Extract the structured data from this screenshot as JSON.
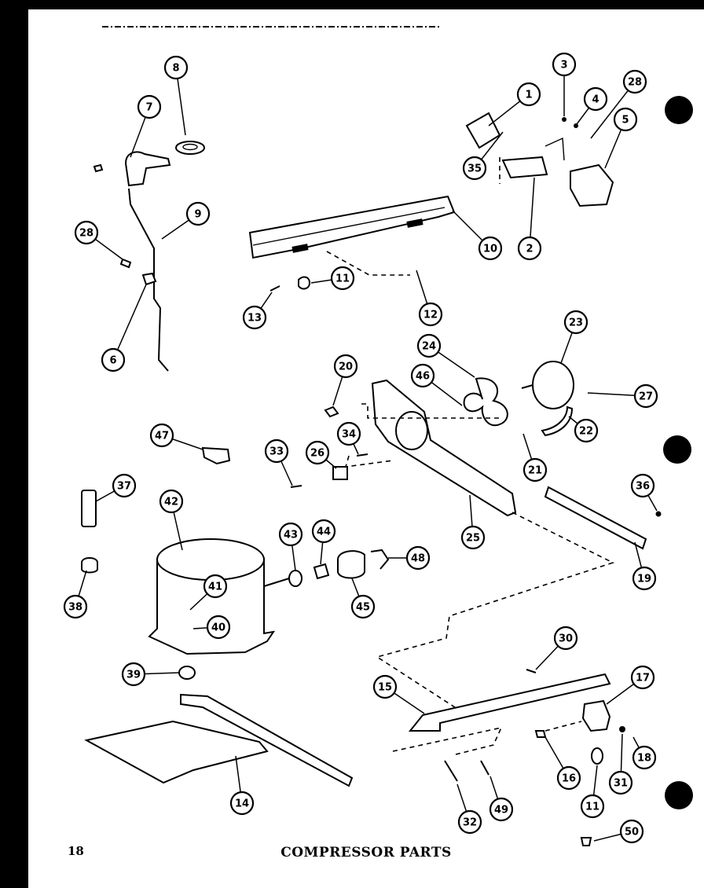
{
  "page": {
    "number": "18",
    "title": "COMPRESSOR PARTS"
  },
  "callouts": [
    {
      "label": "1"
    },
    {
      "label": "3"
    },
    {
      "label": "4"
    },
    {
      "label": "28"
    },
    {
      "label": "5"
    },
    {
      "label": "8"
    },
    {
      "label": "7"
    },
    {
      "label": "9"
    },
    {
      "label": "28"
    },
    {
      "label": "6"
    },
    {
      "label": "35"
    },
    {
      "label": "2"
    },
    {
      "label": "10"
    },
    {
      "label": "11"
    },
    {
      "label": "13"
    },
    {
      "label": "12"
    },
    {
      "label": "20"
    },
    {
      "label": "24"
    },
    {
      "label": "23"
    },
    {
      "label": "46"
    },
    {
      "label": "27"
    },
    {
      "label": "22"
    },
    {
      "label": "21"
    },
    {
      "label": "34"
    },
    {
      "label": "33"
    },
    {
      "label": "26"
    },
    {
      "label": "47"
    },
    {
      "label": "37"
    },
    {
      "label": "36"
    },
    {
      "label": "42"
    },
    {
      "label": "43"
    },
    {
      "label": "44"
    },
    {
      "label": "48"
    },
    {
      "label": "25"
    },
    {
      "label": "19"
    },
    {
      "label": "41"
    },
    {
      "label": "40"
    },
    {
      "label": "45"
    },
    {
      "label": "38"
    },
    {
      "label": "39"
    },
    {
      "label": "30"
    },
    {
      "label": "17"
    },
    {
      "label": "15"
    },
    {
      "label": "18"
    },
    {
      "label": "16"
    },
    {
      "label": "31"
    },
    {
      "label": "11"
    },
    {
      "label": "14"
    },
    {
      "label": "32"
    },
    {
      "label": "49"
    },
    {
      "label": "50"
    }
  ]
}
